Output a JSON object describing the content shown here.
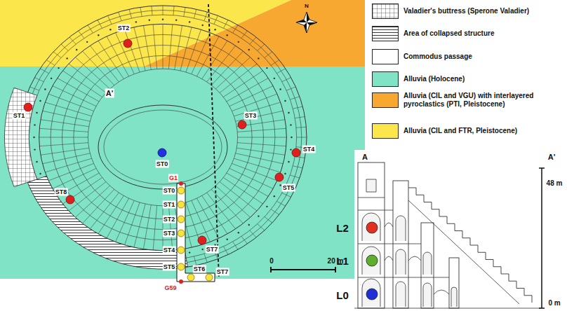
{
  "diagram": {
    "labels": [
      "ST2",
      "ST1",
      "A'",
      "ST3",
      "ST0",
      "ST4",
      "ST5",
      "ST8",
      "G1",
      "ST0",
      "ST1",
      "ST2",
      "ST3",
      "ST4",
      "ST7",
      "ST5",
      "ST6",
      "ST7",
      "G59",
      "0",
      "20 m",
      "N",
      "A",
      "A'",
      "48 m",
      "L2",
      "L1",
      "L0",
      "0 m"
    ],
    "legend": [
      {
        "text": "Valadier's buttress (Sperone Valadier)"
      },
      {
        "text": "Area of collapsed structure"
      },
      {
        "text": "Commodus passage",
        "color": "#ffffff"
      },
      {
        "text": "Alluvia (Holocene)",
        "color": "#80e3c6"
      },
      {
        "text": "Alluvia (CIL and VGU) with interlayered pyroclastics (PTI, Pleistocene)",
        "color": "#f7a830"
      },
      {
        "text": "Alluvia (CIL and FTR, Pleistocene)",
        "color": "#fbe64b"
      }
    ]
  }
}
